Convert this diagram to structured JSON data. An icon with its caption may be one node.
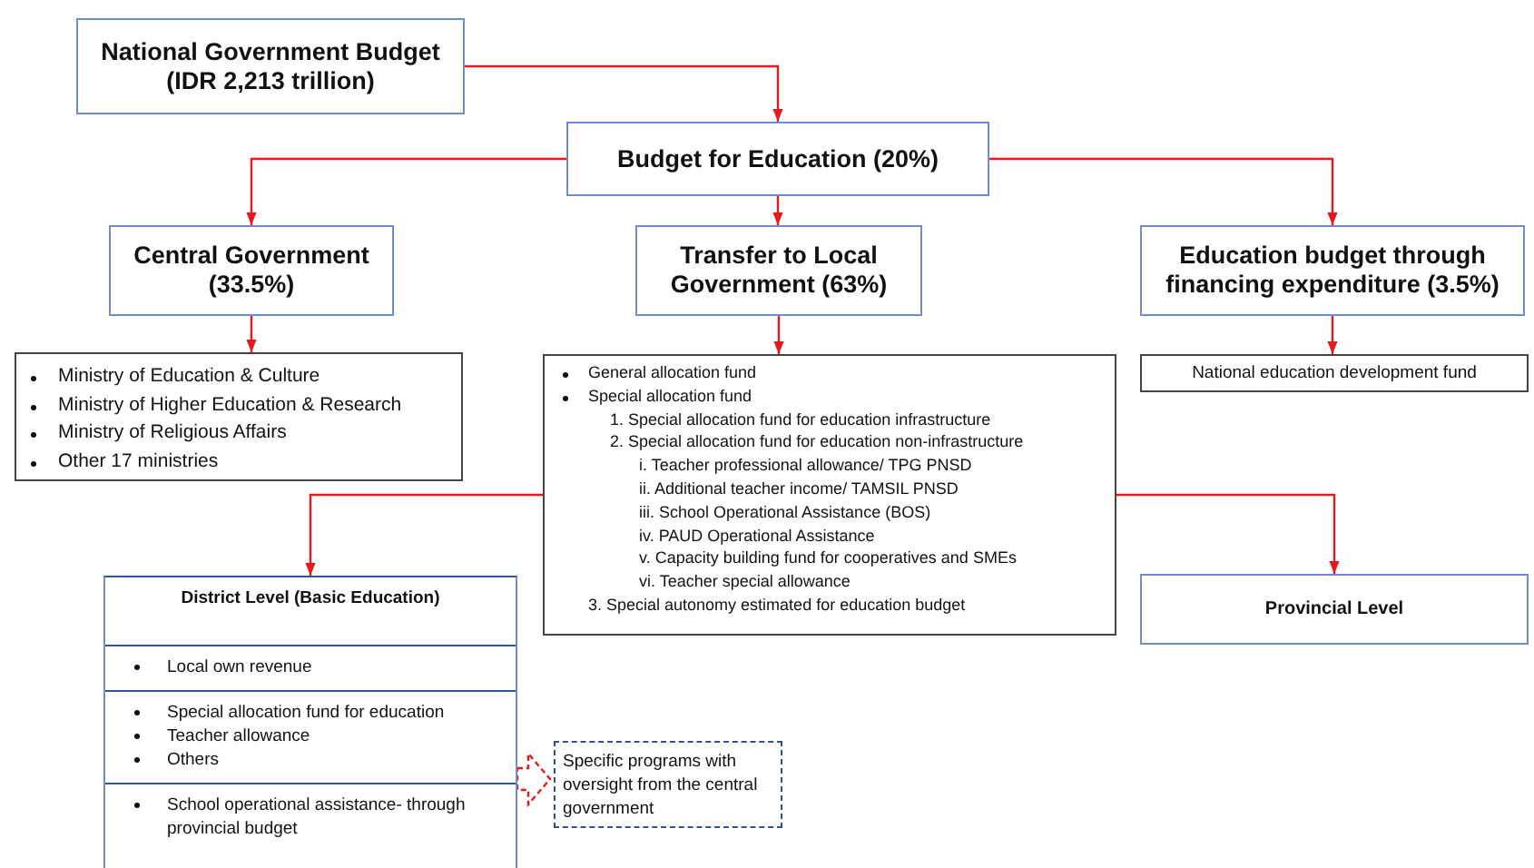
{
  "diagram": {
    "nodes": [
      {
        "text": [
          "National Government Budget (IDR 2,213 trillion)"
        ]
      },
      {
        "text": [
          "Budget for Education (20%)"
        ]
      },
      {
        "text": [
          "Central Government (33.5%)"
        ]
      },
      {
        "text": [
          "Transfer to Local Government (63%)"
        ]
      },
      {
        "text": [
          "Education budget through financing expenditure (3.5%)"
        ]
      },
      {
        "text": [
          "Ministry of Education & Culture",
          "Ministry of Higher Education & Research",
          "Ministry of Religious Affairs",
          "Other 17 ministries"
        ]
      },
      {
        "text": [
          "General allocation fund",
          "Special allocation fund",
          "1. Special allocation fund for education infrastructure",
          "2. Special allocation fund for education non-infrastructure",
          "i. Teacher professional allowance/ TPG PNSD",
          "ii. Additional teacher income/ TAMSIL PNSD",
          "iii. School Operational Assistance (BOS)",
          "iv. PAUD Operational Assistance",
          "v. Capacity building fund for cooperatives and SMEs",
          "vi. Teacher special allowance",
          "3. Special autonomy estimated for education budget"
        ]
      },
      {
        "text": [
          "National education development fund"
        ]
      },
      {
        "text": [
          "District Level (Basic Education)",
          "Local own revenue",
          "Special allocation fund for education",
          "Teacher allowance",
          "Others",
          "School operational assistance- through provincial budget"
        ]
      },
      {
        "text": [
          "Provincial Level"
        ]
      },
      {
        "text": [
          "Specific programs with oversight from the central government"
        ]
      }
    ],
    "edges": [
      {
        "from": 0,
        "to": 1,
        "arrow": "to"
      },
      {
        "from": 1,
        "to": 2,
        "arrow": "to"
      },
      {
        "from": 1,
        "to": 3,
        "arrow": "to"
      },
      {
        "from": 1,
        "to": 4,
        "arrow": "to"
      },
      {
        "from": 2,
        "to": 5,
        "arrow": "to"
      },
      {
        "from": 3,
        "to": 6,
        "arrow": "to"
      },
      {
        "from": 4,
        "to": 7,
        "arrow": "to"
      },
      {
        "from": 6,
        "to": 8,
        "arrow": "to"
      },
      {
        "from": 6,
        "to": 9,
        "arrow": "to"
      },
      {
        "from": 8,
        "to": 10,
        "arrow": "to",
        "style": "dashed"
      }
    ]
  }
}
